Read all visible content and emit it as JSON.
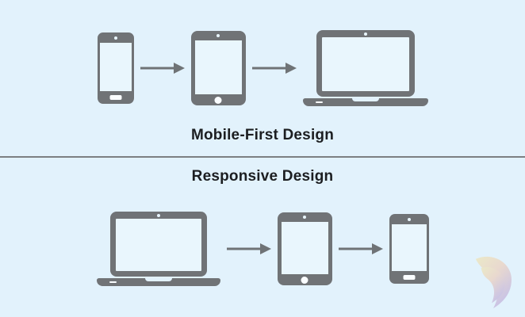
{
  "colors": {
    "background": "#e2f2fc",
    "device": "#707376",
    "device_screen": "#e9f6fd",
    "device_detail": "#fafdff",
    "arrow": "#6f7376",
    "divider": "#7c7f82",
    "text": "#1c1e21"
  },
  "sections": {
    "mobile_first": {
      "label": "Mobile-First Design",
      "device_order": [
        "smartphone",
        "tablet",
        "laptop"
      ],
      "arrow_direction": "right"
    },
    "responsive": {
      "label": "Responsive Design",
      "device_order": [
        "laptop",
        "tablet",
        "smartphone"
      ],
      "arrow_direction": "right"
    }
  },
  "logo": {
    "name": "gradient-leaf-logo",
    "gradient": [
      "#f3e2a0",
      "#efc5aa",
      "#b29bd6"
    ]
  }
}
